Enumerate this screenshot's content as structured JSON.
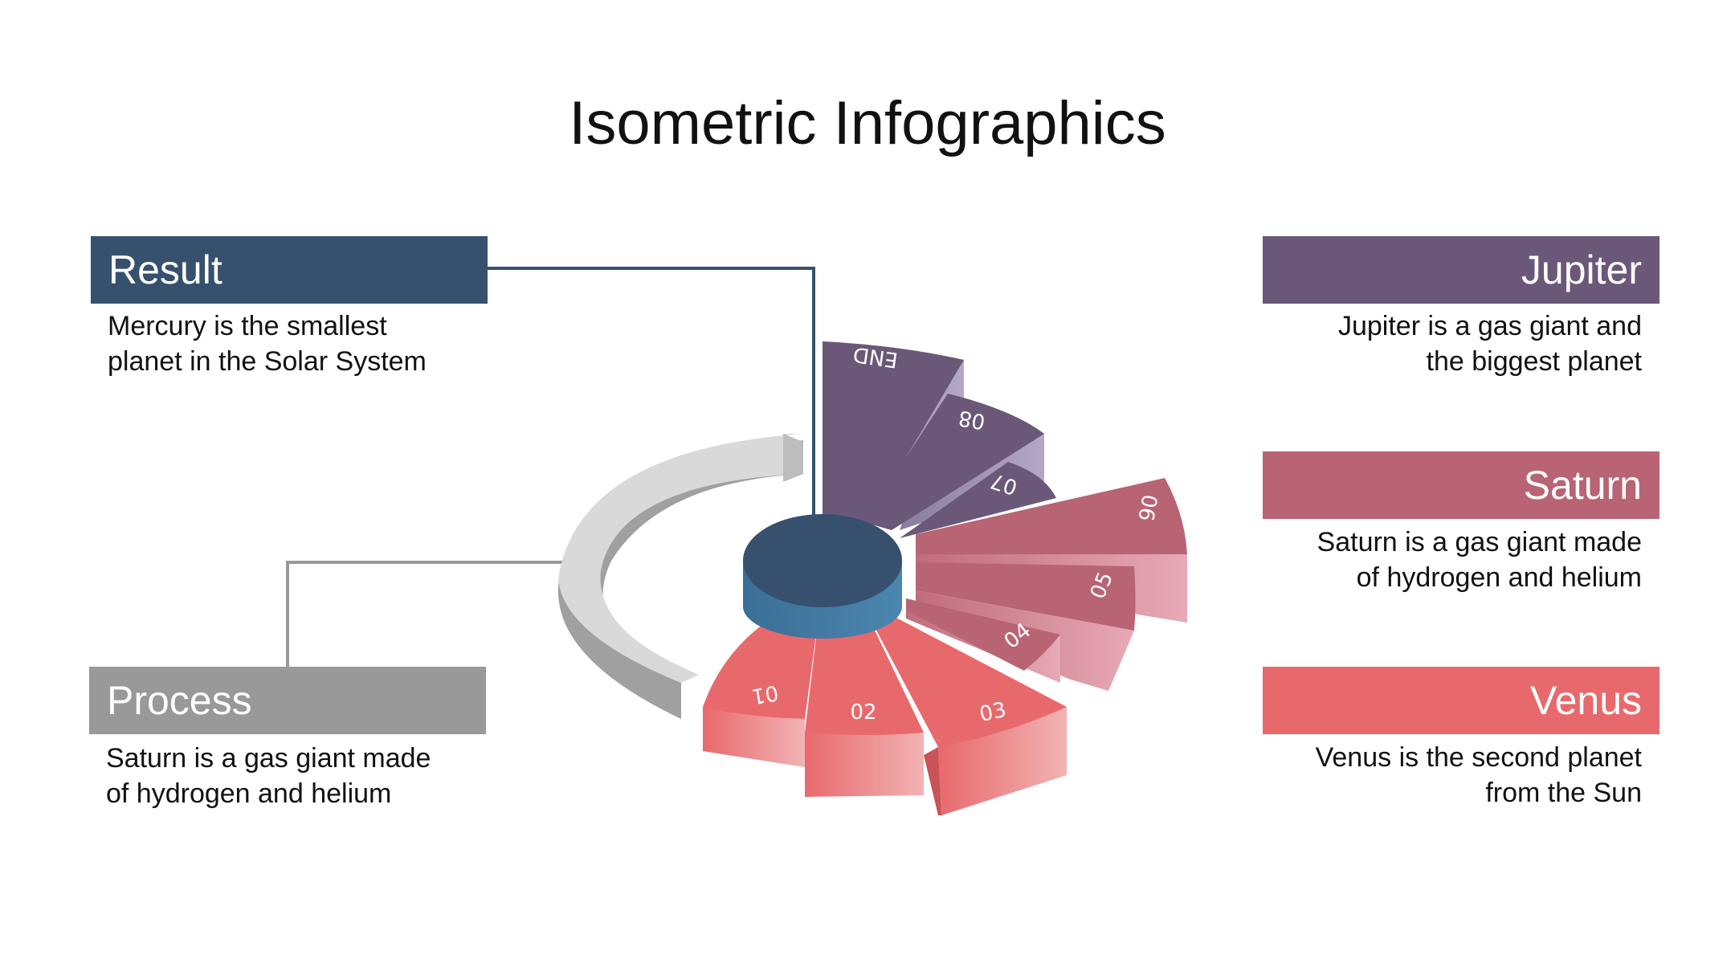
{
  "title": "Isometric Infographics",
  "colors": {
    "result": "#36516e",
    "process": "#999999",
    "jupiter": "#6b5878",
    "saturn": "#b86474",
    "venus": "#e8696c",
    "hub": "#36506e",
    "ring": "#d9d9d9"
  },
  "cards": {
    "result": {
      "heading": "Result",
      "lines": [
        "Mercury is the smallest",
        "planet in the Solar System"
      ]
    },
    "process": {
      "heading": "Process",
      "lines": [
        "Saturn is a gas giant made",
        "of hydrogen and helium"
      ]
    },
    "jupiter": {
      "heading": "Jupiter",
      "lines": [
        "Jupiter is a gas giant and",
        "the biggest planet"
      ]
    },
    "saturn": {
      "heading": "Saturn",
      "lines": [
        "Saturn is a gas giant made",
        "of hydrogen and helium"
      ]
    },
    "venus": {
      "heading": "Venus",
      "lines": [
        "Venus is the second planet",
        "from the Sun"
      ]
    }
  },
  "segments": [
    "01",
    "02",
    "03",
    "04",
    "05",
    "06",
    "07",
    "08",
    "END"
  ]
}
